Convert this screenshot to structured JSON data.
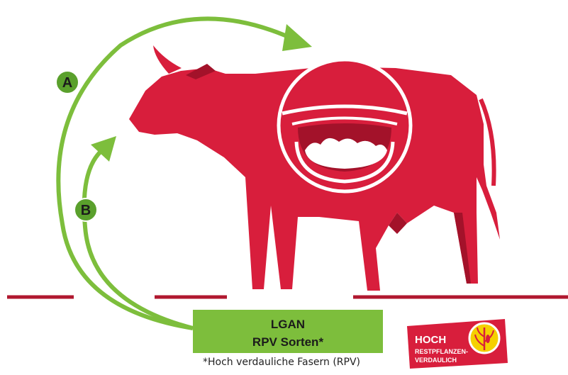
{
  "markers": {
    "a": "A",
    "b": "B"
  },
  "box": {
    "line1": "LGAN",
    "line2": "RPV Sorten*"
  },
  "footnote": "*Hoch verdauliche Fasern (RPV)",
  "badge": {
    "title": "HOCH",
    "line1": "RESTPFLANZEN-",
    "line2": "VERDAULICH",
    "icon": "corn-plant-icon"
  },
  "colors": {
    "cow": "#d81e3c",
    "cow_dark": "#a3122a",
    "arrow": "#7dbe3c",
    "marker": "#5aa02c",
    "ground": "#b0182f",
    "badge": "#d81e3c",
    "badge_icon_bg": "#f5d000"
  }
}
